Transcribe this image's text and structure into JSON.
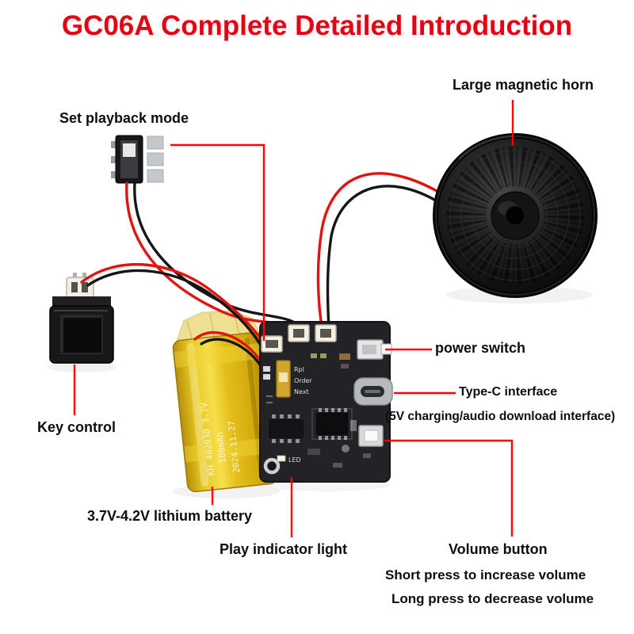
{
  "title": "GC06A Complete Detailed Introduction",
  "callouts": {
    "set_playback_mode": "Set playback mode",
    "large_magnetic_horn": "Large magnetic horn",
    "power_switch": "power switch",
    "type_c_interface": "Type-C interface",
    "type_c_note": "(5V charging/audio download interface)",
    "key_control": "Key control",
    "lithium_battery": "3.7V-4.2V lithium battery",
    "play_indicator_light": "Play indicator light",
    "volume_button": "Volume button",
    "volume_note_short": "Short press to increase volume",
    "volume_note_long": "Long press to decrease volume"
  },
  "pcb_silkscreen": {
    "mode_rpl": "Rpl",
    "mode_order": "Order",
    "mode_next": "Next",
    "led": "LED"
  },
  "battery_print": {
    "line1": "KH 402030 3.7V",
    "line2": "180mAh",
    "line3": "2024.11.27"
  },
  "colors": {
    "title_red": "#e60012",
    "callout_line_red": "#ff0000",
    "battery_yellow": "#e8c822",
    "pcb_dark": "#232327"
  }
}
